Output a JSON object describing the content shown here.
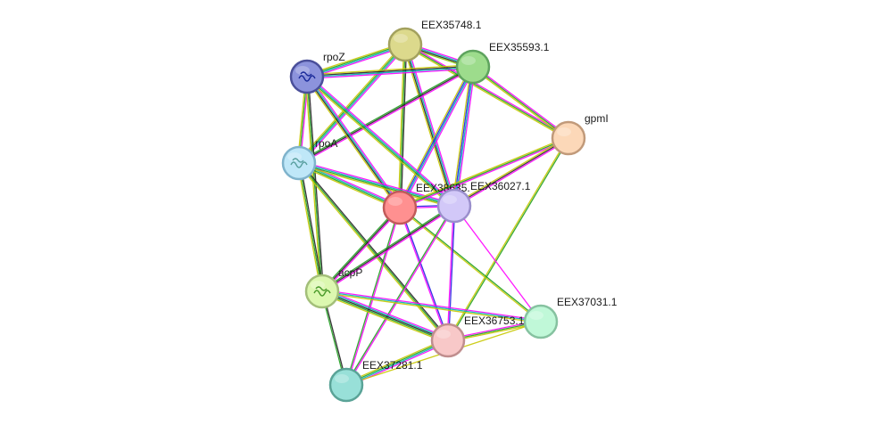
{
  "network": {
    "nodes": [
      {
        "id": "EEX35748.1",
        "label": "EEX35748.1",
        "fill": "#dcd98c",
        "stroke": "#a3a15e"
      },
      {
        "id": "EEX35593.1",
        "label": "EEX35593.1",
        "fill": "#9ddc8c",
        "stroke": "#5ea35e"
      },
      {
        "id": "rpoZ",
        "label": "rpoZ",
        "fill": "#8c93dc",
        "stroke": "#4a4f9a"
      },
      {
        "id": "gpmI",
        "label": "gpmI",
        "fill": "#fcd8b8",
        "stroke": "#c19a7a"
      },
      {
        "id": "rpoA",
        "label": "rpoA",
        "fill": "#bfe7f8",
        "stroke": "#7fb3cc"
      },
      {
        "id": "EEX38635",
        "label": "EEX38635.",
        "fill": "#ff9090",
        "stroke": "#c25a5a"
      },
      {
        "id": "EEX36027.1",
        "label": "EEX36027.1",
        "fill": "#d2c8f8",
        "stroke": "#9a8fcc"
      },
      {
        "id": "acpP",
        "label": "acpP",
        "fill": "#dcf8b0",
        "stroke": "#a3bf7a"
      },
      {
        "id": "EEX37031.1",
        "label": "EEX37031.1",
        "fill": "#c0f8d8",
        "stroke": "#86c2a0"
      },
      {
        "id": "EEX36753",
        "label": "EEX36753.1",
        "fill": "#f8c8c8",
        "stroke": "#c08e8e"
      },
      {
        "id": "EEX37281.1",
        "label": "EEX37281.1",
        "fill": "#98e0d8",
        "stroke": "#5aa397"
      }
    ],
    "edges": [
      {
        "source": "EEX35748.1",
        "target": "EEX35593.1",
        "colors": [
          "#ff00ff",
          "#00b4b4",
          "#222222",
          "#84c800"
        ]
      },
      {
        "source": "EEX35748.1",
        "target": "rpoZ",
        "colors": [
          "#ff00ff",
          "#00b4b4",
          "#20a020",
          "#c8c800"
        ]
      },
      {
        "source": "EEX35748.1",
        "target": "gpmI",
        "colors": [
          "#ff00ff",
          "#20a020",
          "#c8c800"
        ]
      },
      {
        "source": "EEX35748.1",
        "target": "rpoA",
        "colors": [
          "#ff00ff",
          "#00b4b4",
          "#20a020",
          "#c8c800"
        ]
      },
      {
        "source": "EEX35748.1",
        "target": "EEX38635",
        "colors": [
          "#222222",
          "#20a020",
          "#c8c800"
        ]
      },
      {
        "source": "EEX35748.1",
        "target": "EEX36027.1",
        "colors": [
          "#ff00ff",
          "#00b4b4",
          "#222222",
          "#c8c800"
        ]
      },
      {
        "source": "EEX35593.1",
        "target": "rpoZ",
        "colors": [
          "#ff00ff",
          "#00b4b4",
          "#222222",
          "#c8c800"
        ]
      },
      {
        "source": "EEX35593.1",
        "target": "gpmI",
        "colors": [
          "#ff00ff",
          "#20a020",
          "#c8c800"
        ]
      },
      {
        "source": "EEX35593.1",
        "target": "rpoA",
        "colors": [
          "#ff00ff",
          "#222222",
          "#20a020"
        ]
      },
      {
        "source": "EEX35593.1",
        "target": "EEX38635",
        "colors": [
          "#ff00ff",
          "#00b4b4",
          "#2020e0",
          "#c8c800"
        ]
      },
      {
        "source": "EEX35593.1",
        "target": "EEX36027.1",
        "colors": [
          "#ff00ff",
          "#00b4b4",
          "#2020e0",
          "#c8c800"
        ]
      },
      {
        "source": "rpoZ",
        "target": "rpoA",
        "colors": [
          "#ff00ff",
          "#20a020",
          "#c8c800"
        ]
      },
      {
        "source": "rpoZ",
        "target": "EEX38635",
        "colors": [
          "#ff00ff",
          "#00b4b4",
          "#222222",
          "#c8c800"
        ]
      },
      {
        "source": "rpoZ",
        "target": "EEX36027.1",
        "colors": [
          "#ff00ff",
          "#00b4b4",
          "#20a020",
          "#c8c800"
        ]
      },
      {
        "source": "rpoZ",
        "target": "acpP",
        "colors": [
          "#222222",
          "#20a020",
          "#c8c800"
        ]
      },
      {
        "source": "rpoA",
        "target": "EEX38635",
        "colors": [
          "#ff00ff",
          "#00b4b4",
          "#20a020",
          "#c8c800"
        ]
      },
      {
        "source": "rpoA",
        "target": "EEX36027.1",
        "colors": [
          "#ff00ff",
          "#00b4b4",
          "#20a020",
          "#c8c800"
        ]
      },
      {
        "source": "rpoA",
        "target": "acpP",
        "colors": [
          "#222222",
          "#20a020",
          "#c8c800"
        ]
      },
      {
        "source": "rpoA",
        "target": "EEX36753",
        "colors": [
          "#222222",
          "#20a020",
          "#c8c800"
        ]
      },
      {
        "source": "gpmI",
        "target": "EEX38635",
        "colors": [
          "#ff00ff",
          "#20a020",
          "#c8c800"
        ]
      },
      {
        "source": "gpmI",
        "target": "EEX36027.1",
        "colors": [
          "#ff00ff",
          "#222222",
          "#c8c800"
        ]
      },
      {
        "source": "gpmI",
        "target": "EEX36753",
        "colors": [
          "#20a020",
          "#c8c800"
        ]
      },
      {
        "source": "EEX38635",
        "target": "EEX36027.1",
        "colors": [
          "#2020e0",
          "#ff00ff"
        ]
      },
      {
        "source": "EEX38635",
        "target": "acpP",
        "colors": [
          "#ff00ff",
          "#222222",
          "#20a020"
        ]
      },
      {
        "source": "EEX38635",
        "target": "EEX36753",
        "colors": [
          "#2020e0",
          "#ff00ff"
        ]
      },
      {
        "source": "EEX38635",
        "target": "EEX37281.1",
        "colors": [
          "#ff00ff",
          "#20a020"
        ]
      },
      {
        "source": "EEX38635",
        "target": "EEX37031.1",
        "colors": [
          "#20a020",
          "#c8c800"
        ]
      },
      {
        "source": "EEX36027.1",
        "target": "acpP",
        "colors": [
          "#ff00ff",
          "#222222",
          "#20a020"
        ]
      },
      {
        "source": "EEX36027.1",
        "target": "EEX36753",
        "colors": [
          "#2020e0",
          "#ff00ff"
        ]
      },
      {
        "source": "EEX36027.1",
        "target": "EEX37031.1",
        "colors": [
          "#ff00ff"
        ]
      },
      {
        "source": "EEX36027.1",
        "target": "EEX37281.1",
        "colors": [
          "#ff00ff",
          "#20a020"
        ]
      },
      {
        "source": "acpP",
        "target": "EEX36753",
        "colors": [
          "#ff00ff",
          "#00b4b4",
          "#222222",
          "#20a020",
          "#c8c800"
        ]
      },
      {
        "source": "acpP",
        "target": "EEX37031.1",
        "colors": [
          "#ff00ff",
          "#00b4b4",
          "#c8c800"
        ]
      },
      {
        "source": "acpP",
        "target": "EEX37281.1",
        "colors": [
          "#222222",
          "#20a020"
        ]
      },
      {
        "source": "EEX36753",
        "target": "EEX37031.1",
        "colors": [
          "#ff00ff",
          "#20a020",
          "#c8c800"
        ]
      },
      {
        "source": "EEX36753",
        "target": "EEX37281.1",
        "colors": [
          "#ff00ff",
          "#00b4b4",
          "#20a020",
          "#c8c800"
        ]
      },
      {
        "source": "EEX37281.1",
        "target": "EEX37031.1",
        "colors": [
          "#c8c800"
        ]
      }
    ]
  }
}
